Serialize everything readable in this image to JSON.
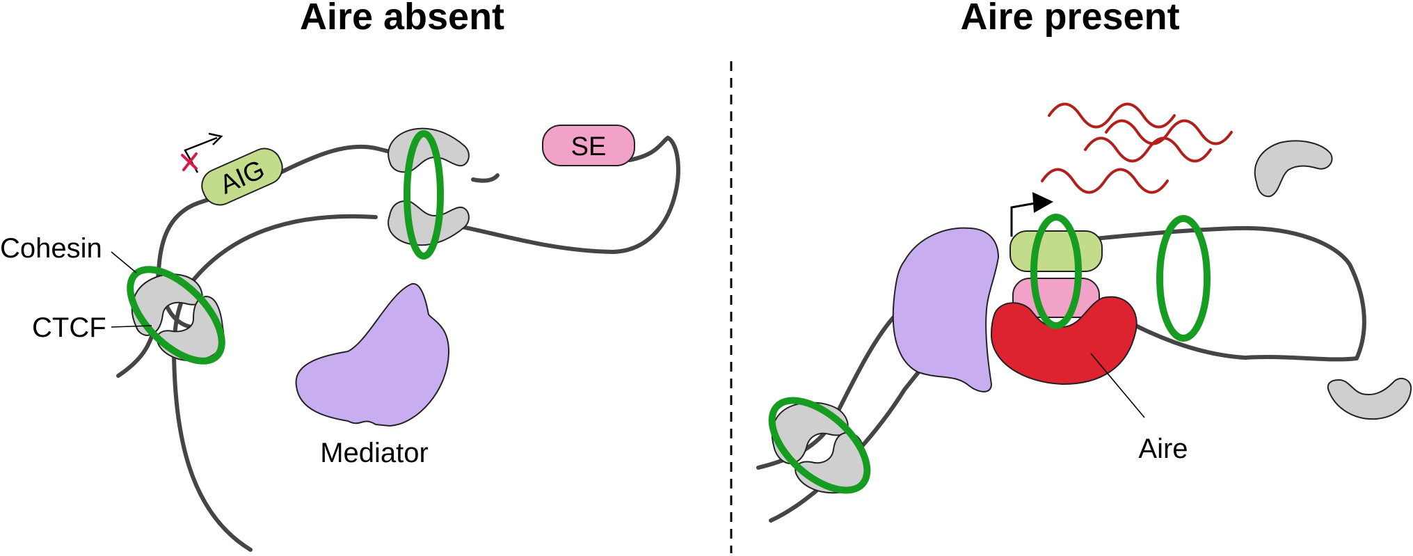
{
  "panels": {
    "left": {
      "title": "Aire absent"
    },
    "right": {
      "title": "Aire present"
    }
  },
  "labels": {
    "cohesin": "Cohesin",
    "ctcf": "CTCF",
    "mediator": "Mediator",
    "aire": "Aire"
  },
  "genes": {
    "aig": "AIG",
    "se": "SE"
  },
  "colors": {
    "cohesin": "#179c22",
    "ctcf": "#d0cfcf",
    "chromatin": "#454545",
    "mediator": "#c8aef0",
    "aire": "#dd2230",
    "aig": "#c2dc8c",
    "se": "#f2a1c7",
    "transcripts": "#b2201c",
    "blocked": "#d81b4a"
  }
}
